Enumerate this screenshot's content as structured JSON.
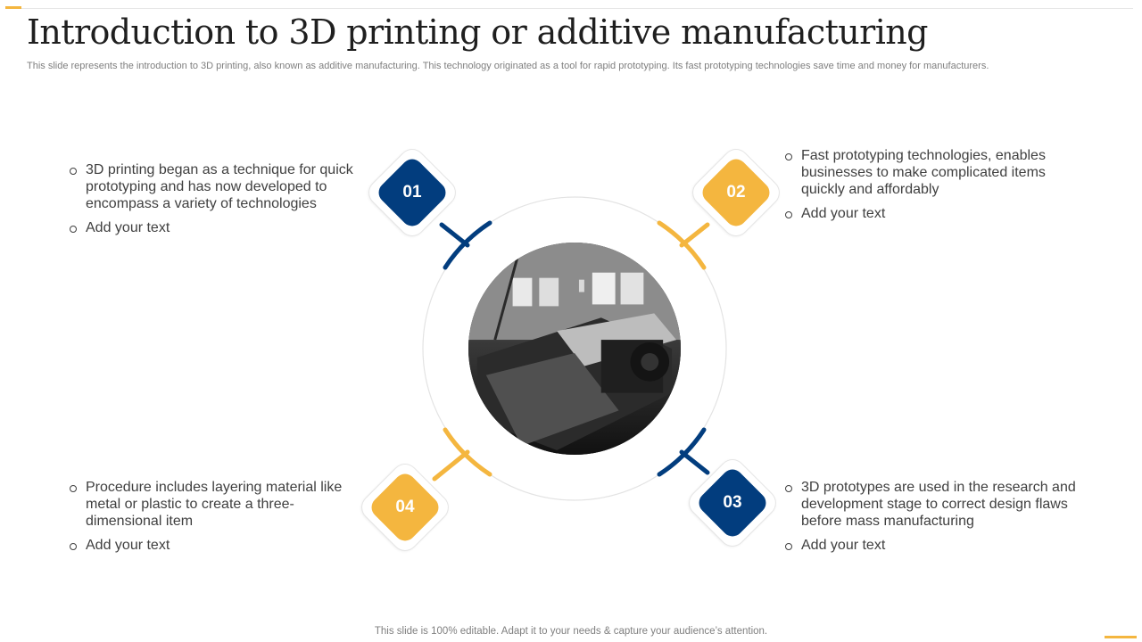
{
  "title": "Introduction to 3D printing or additive manufacturing",
  "subtitle": "This slide represents the introduction to 3D printing, also known as additive manufacturing. This technology originated as a tool for rapid prototyping. Its fast prototyping technologies save time and money for manufacturers.",
  "footer": "This slide is 100% editable. Adapt it to your needs & capture your audience’s attention.",
  "colors": {
    "blue": "#023d7e",
    "gold": "#f4b63f",
    "text": "#404040",
    "muted": "#7f7f7f"
  },
  "steps": [
    {
      "number": "01",
      "color": "blue",
      "bullets": [
        "3D printing began as a technique for quick prototyping and has now developed to encompass a variety of technologies",
        "Add your text"
      ]
    },
    {
      "number": "02",
      "color": "gold",
      "bullets": [
        "Fast prototyping technologies, enables businesses to make complicated items quickly and affordably",
        "Add your text"
      ]
    },
    {
      "number": "03",
      "color": "blue",
      "bullets": [
        "3D prototypes are used in the research and development stage to correct design flaws before mass manufacturing",
        "Add your text"
      ]
    },
    {
      "number": "04",
      "color": "gold",
      "bullets": [
        "Procedure includes layering material like metal or plastic to create a three-dimensional item",
        "Add your text"
      ]
    }
  ],
  "center_image": {
    "icon": "industrial-machine-photo"
  }
}
